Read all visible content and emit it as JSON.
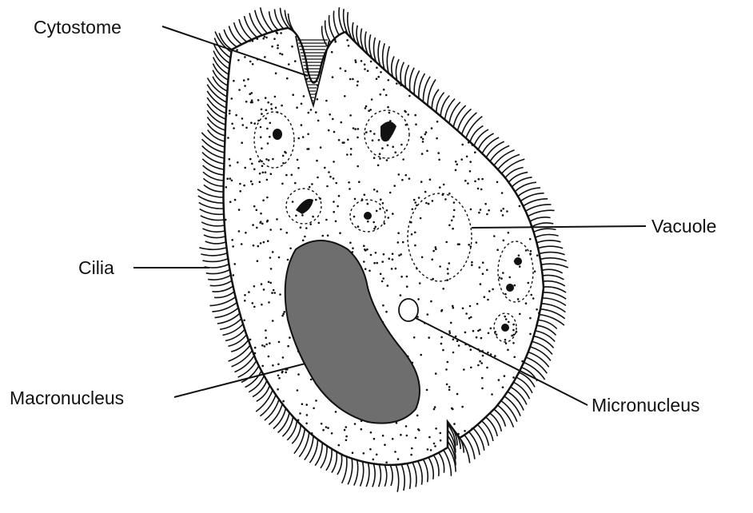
{
  "labels": {
    "cytostome": "Cytostome",
    "vacuole": "Vacuole",
    "cilia": "Cilia",
    "macronucleus": "Macronucleus",
    "micronucleus": "Micronucleus"
  },
  "colors": {
    "outline": "#111111",
    "macronucleus_fill": "#6e6e6e",
    "cell_fill": "#ffffff"
  }
}
